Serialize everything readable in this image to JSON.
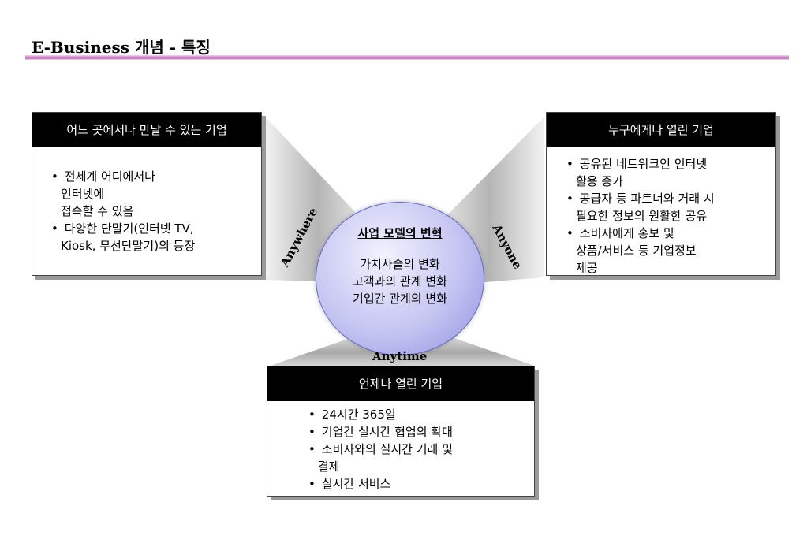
{
  "title": "E-Business 개념 - 특징",
  "center": {
    "title": "사업 모델의 변혁",
    "lines": [
      "가치사슬의 변화",
      "고객과의 관계 변화",
      "기업간 관계의 변화"
    ]
  },
  "axes": {
    "left": "Anywhere",
    "right": "Anyone",
    "bottom": "Anytime"
  },
  "cards": {
    "left": {
      "heading": "어느 곳에서나 만날 수 있는 기업",
      "items": [
        [
          "전세계 어디에서나",
          "인터넷에",
          "접속할 수 있음"
        ],
        [
          "다양한 단말기(인터넷 TV,",
          "Kiosk, 무선단말기)의 등장"
        ]
      ]
    },
    "right": {
      "heading": "누구에게나 열린 기업",
      "items": [
        [
          "공유된 네트워크인 인터넷",
          "활용 증가"
        ],
        [
          "공급자 등 파트너와 거래 시",
          "필요한 정보의 원활한 공유"
        ],
        [
          "소비자에게 홍보 및",
          "상품/서비스 등 기업정보",
          "제공"
        ]
      ]
    },
    "bottom": {
      "heading": "언제나 열린 기업",
      "items": [
        [
          "24시간  365일"
        ],
        [
          "기업간 실시간 협업의 확대"
        ],
        [
          "소비자와의 실시간 거래 및",
          "결제"
        ],
        [
          "실시간 서비스"
        ]
      ]
    }
  },
  "colors": {
    "header_bg": "#000000",
    "circle": "#c4c4f2",
    "rule": "#a0529a"
  }
}
